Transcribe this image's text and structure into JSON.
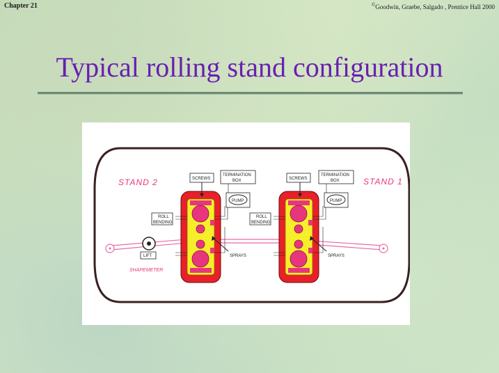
{
  "header": {
    "chapter": "Chapter 21",
    "copyright_symbol": "©",
    "copyright": "Goodwin, Graebe, Salgado , Prentice Hall 2000"
  },
  "slide": {
    "title": "Typical rolling stand configuration"
  },
  "diagram": {
    "stand_left": "STAND 2",
    "stand_right": "STAND 1",
    "left": {
      "screws": "SCREWS",
      "termination_line1": "TERMINATION",
      "termination_line2": "BOX",
      "pump": "PUMP",
      "roll_bending_line1": "ROLL",
      "roll_bending_line2": "BENDING",
      "sprays": "SPRAYS"
    },
    "right": {
      "screws": "SCREWS",
      "termination_line1": "TERMINATION",
      "termination_line2": "BOX",
      "pump": "PUMP",
      "roll_bending_line1": "ROLL",
      "roll_bending_line2": "BENDING",
      "sprays": "SPRAYS"
    },
    "lift": "LIFT",
    "shapemeter": "SHAPEMETER",
    "colors": {
      "housing_red": "#e8202a",
      "housing_yellow": "#f6ee2a",
      "roll_pink": "#e8367e",
      "strip_pink": "#e86aa6"
    }
  }
}
